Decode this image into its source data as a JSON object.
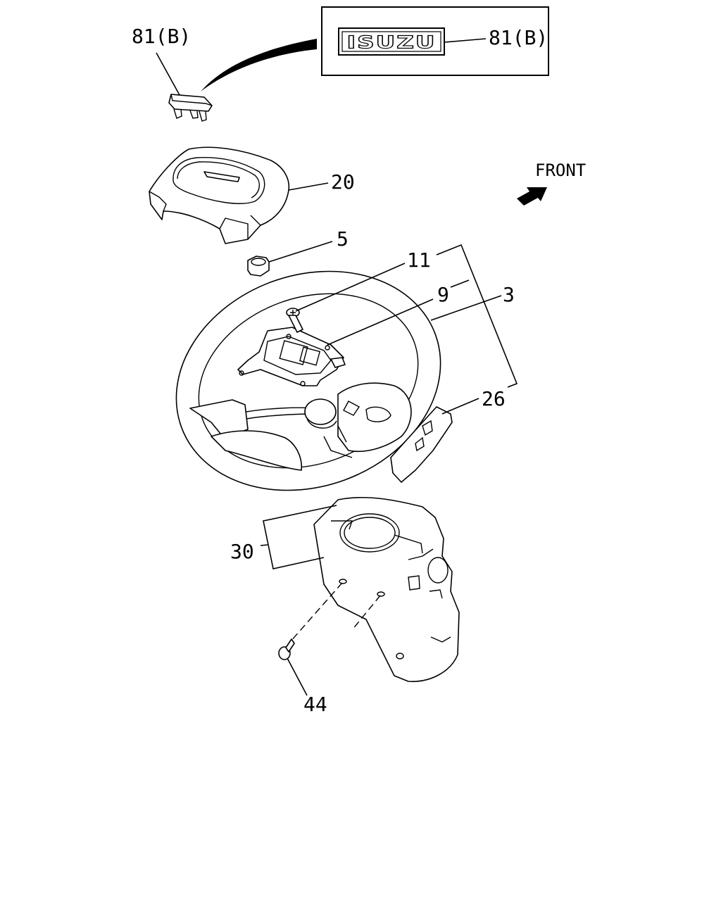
{
  "callouts": {
    "emblem_detail": "81(B)",
    "emblem_part": "81(B)",
    "horn_pad": "20",
    "nut": "5",
    "bolt": "11",
    "plate": "9",
    "wheel": "3",
    "wheel_assy": "26",
    "column_cover": "30",
    "screw": "44"
  },
  "emblem_text": "ISUZU",
  "direction_label": "FRONT"
}
